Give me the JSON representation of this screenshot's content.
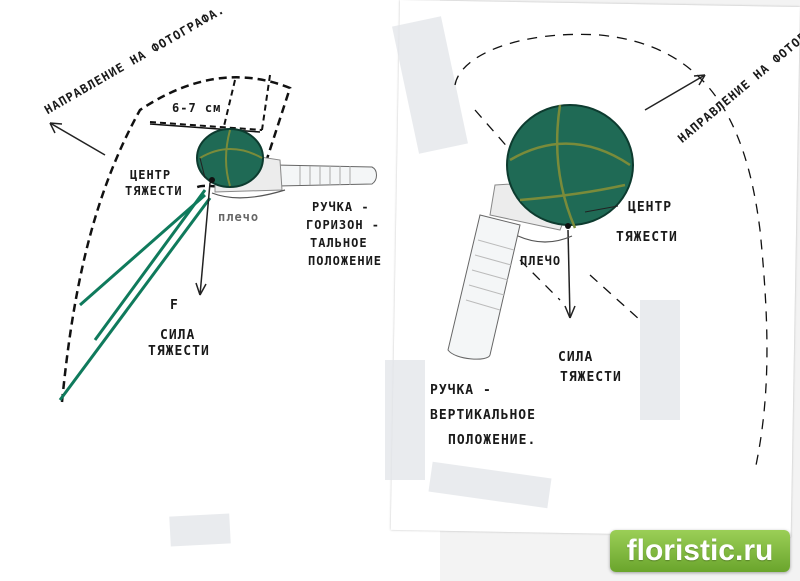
{
  "left_panel": {
    "direction_label": "НАПРАВЛЕНИЕ НА ФОТОГРАФА.",
    "size_label": "6-7 см",
    "center_label": [
      "ЦЕНТР",
      "ТЯЖЕСТИ"
    ],
    "arm_label": "плечо",
    "force_symbol": "F",
    "gravity_label": [
      "СИЛА",
      "ТЯЖЕСТИ"
    ],
    "handle_label": [
      "РУЧКА -",
      "ГОРИЗОН -",
      "ТАЛЬНОЕ",
      "ПОЛОЖЕНИЕ"
    ]
  },
  "right_panel": {
    "direction_label": "НАПРАВЛЕНИЕ НА ФОТОГРАФА.",
    "center_label": [
      "ЦЕНТР",
      "ТЯЖЕСТИ"
    ],
    "arm_label": "ПЛЕЧО",
    "gravity_label": [
      "СИЛА",
      "ТЯЖЕСТИ"
    ],
    "handle_label": [
      "РУЧКА -",
      "ВЕРТИКАЛЬНОЕ",
      "ПОЛОЖЕНИЕ."
    ]
  },
  "watermark": {
    "text": "floristic.ru"
  },
  "colors": {
    "foam": "#1f6a55",
    "stem": "#0f7a5c",
    "handle": "#f4f6f7",
    "brand": "#7cb83c"
  }
}
